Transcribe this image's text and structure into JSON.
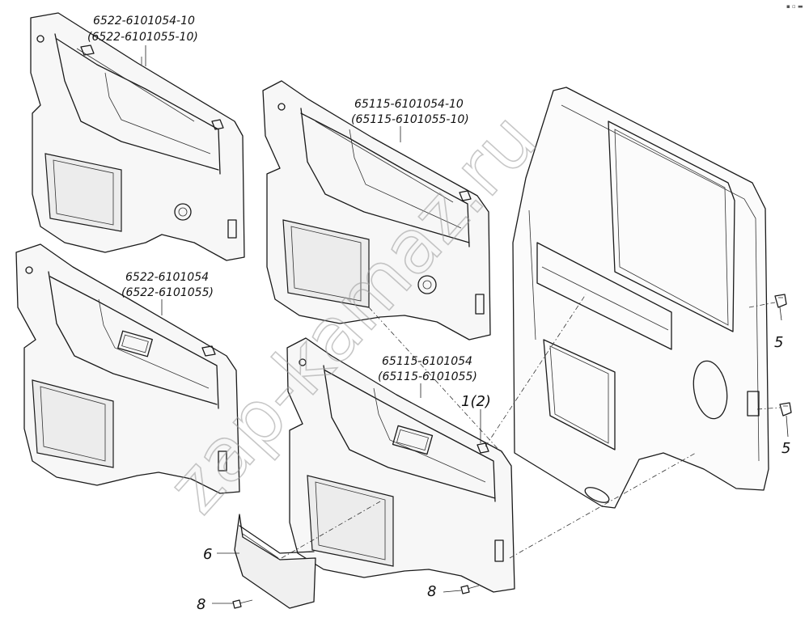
{
  "diagram": {
    "labels": {
      "panel_top_left_a": "6522-6101054-10",
      "panel_top_left_b": "(6522-6101055-10)",
      "panel_top_mid_a": "65115-6101054-10",
      "panel_top_mid_b": "(65115-6101055-10)",
      "panel_bot_left_a": "6522-6101054",
      "panel_bot_left_b": "(6522-6101055)",
      "panel_bot_mid_a": "65115-6101054",
      "panel_bot_mid_b": "(65115-6101055)",
      "item_1": "1(2)",
      "item_5_upper": "5",
      "item_5_lower": "5",
      "item_6": "6",
      "item_8_left": "8",
      "item_8_right": "8"
    },
    "watermark": "zap-kamaz.ru",
    "corner_mark": "▪ ▫ ▬"
  }
}
